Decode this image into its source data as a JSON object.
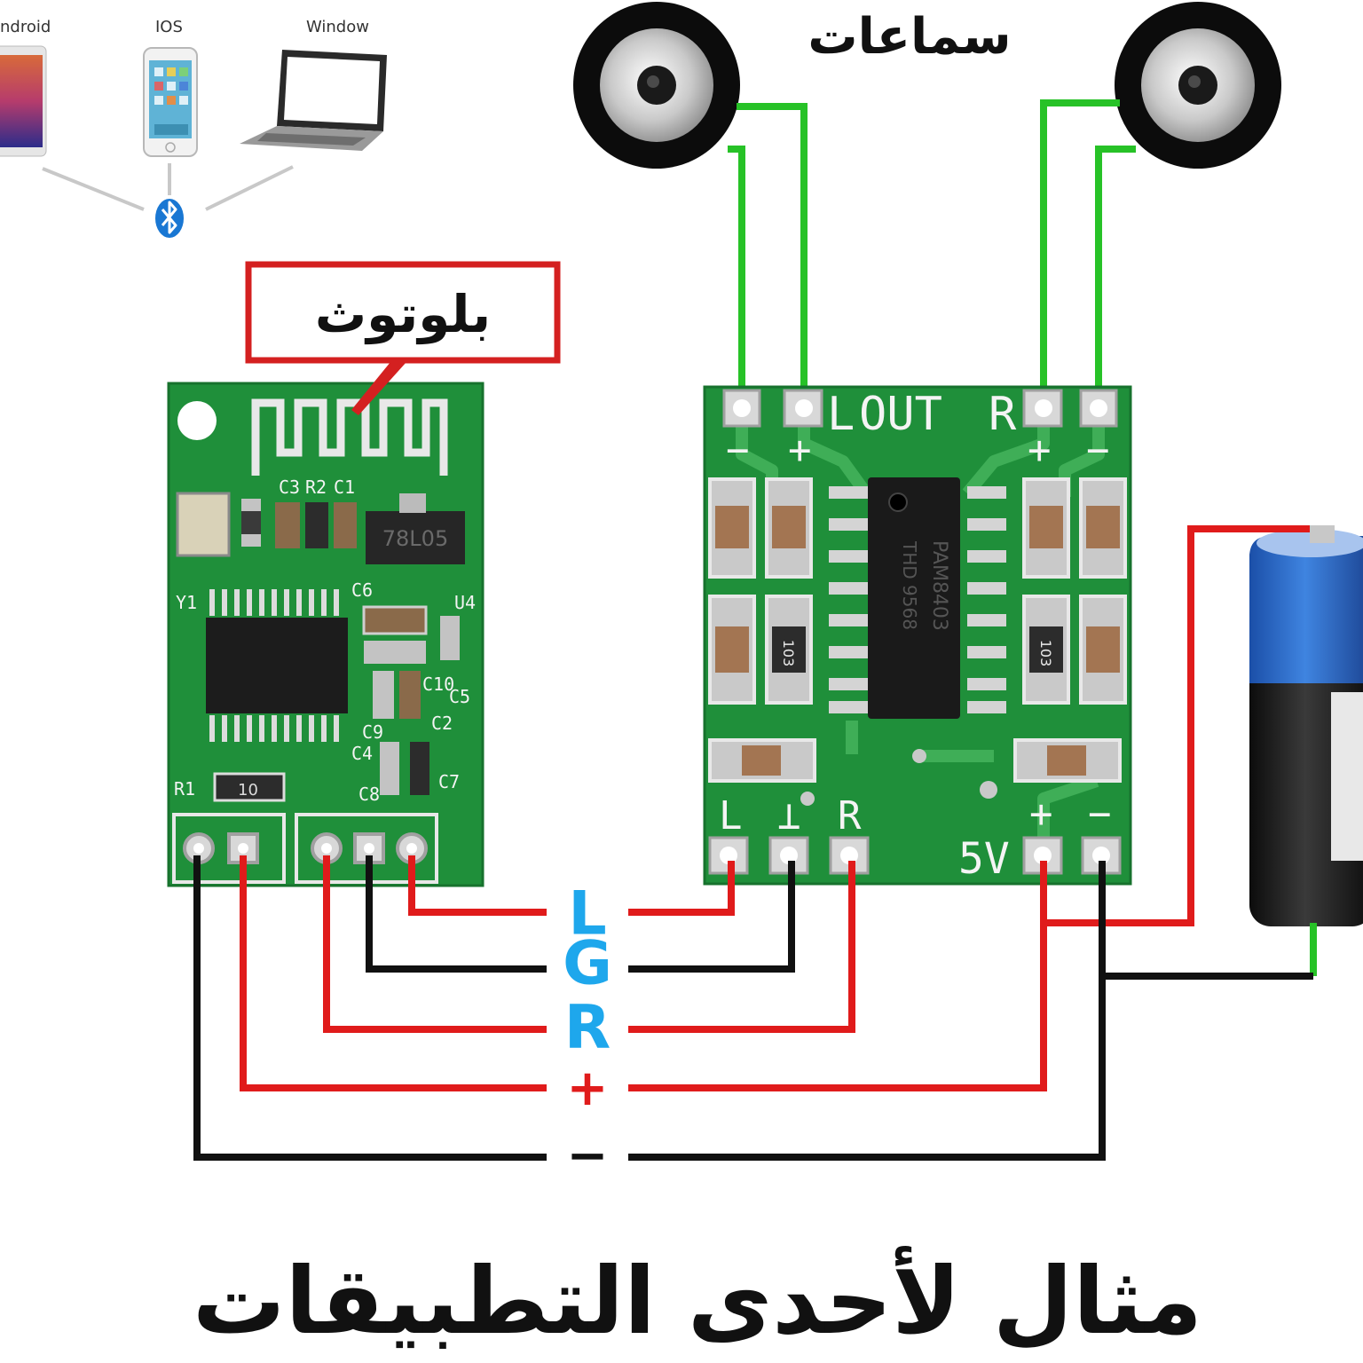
{
  "colors": {
    "wire_red": "#e01b1b",
    "wire_black": "#111111",
    "wire_green": "#27c227",
    "pcb_green": "#1f8f3a",
    "label_blue": "#1ea7ec",
    "label_red": "#e01b1b",
    "callout_red": "#d42020"
  },
  "devices": {
    "android_label": "ndroid",
    "ios_label": "IOS",
    "windows_label": "Window",
    "bluetooth_icon": "bluetooth-icon"
  },
  "speakers": {
    "label": "سماعات"
  },
  "bluetooth_module": {
    "callout_label": "بلوتوث",
    "silk": {
      "c3": "C3",
      "r2": "R2",
      "c1": "C1",
      "ic_reg": "78L05",
      "y1": "Y1",
      "u4": "U4",
      "c6": "C6",
      "c5": "C5",
      "c10": "C10",
      "c2": "C2",
      "c9": "C9",
      "c4": "C4",
      "c8": "C8",
      "c7": "C7",
      "r1": "R1",
      "r_val": "10"
    }
  },
  "amp_module": {
    "chip": "PAM8403",
    "chip_code": "THD 9568",
    "res_a": "103",
    "res_b": "103",
    "top_label_left": "L",
    "top_label_out": "OUT",
    "top_label_right": "R",
    "plus_left": "+",
    "minus_left": "−",
    "plus_right": "+",
    "minus_right": "−",
    "bottom_l": "L",
    "bottom_g": "⊥",
    "bottom_r": "R",
    "bottom_5v": "5V",
    "bottom_plus": "+",
    "bottom_minus": "−"
  },
  "wire_labels": {
    "l": "L",
    "g": "G",
    "r": "R",
    "plus": "+",
    "minus": "−"
  },
  "caption": "مثال لأحدى التطبيقات"
}
